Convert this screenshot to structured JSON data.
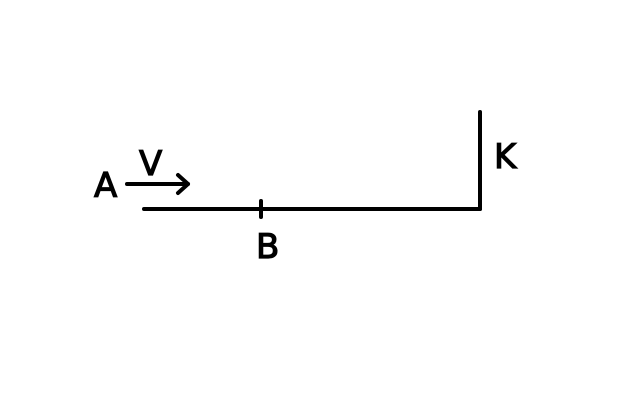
{
  "labels": {
    "point_a": "A",
    "velocity": "V",
    "point_b": "B",
    "point_k": "K"
  },
  "colors": {
    "ink": "#000000",
    "background": "#ffffff"
  }
}
